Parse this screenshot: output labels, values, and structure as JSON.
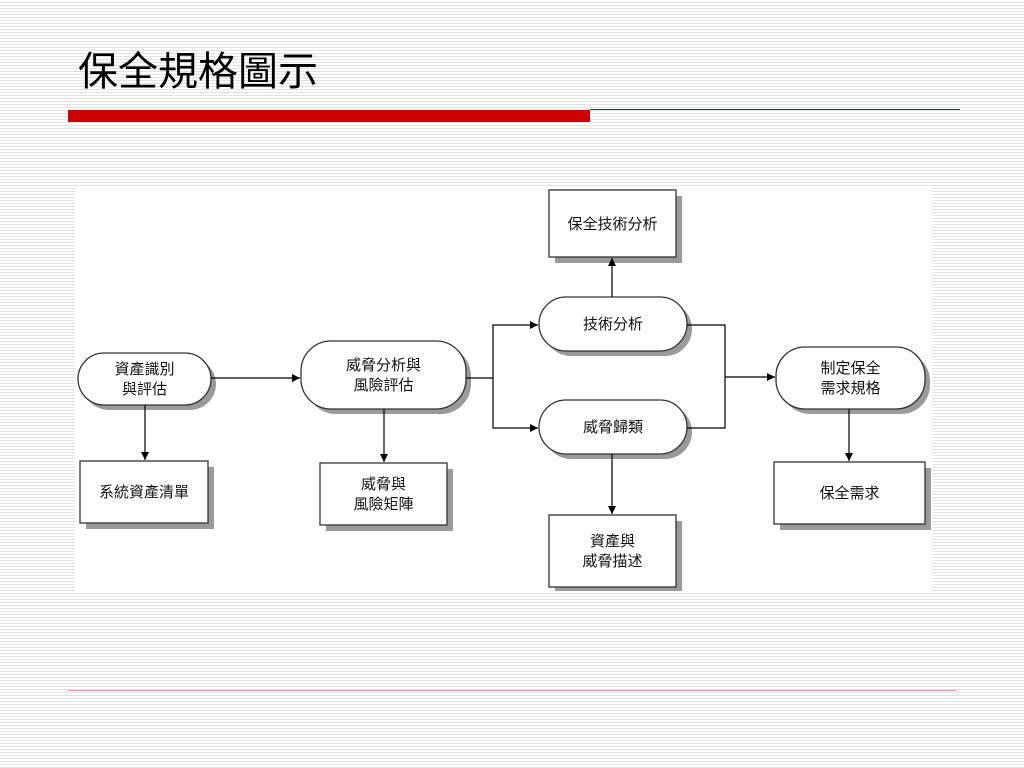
{
  "slide": {
    "title": "保全規格圖示"
  },
  "diagram": {
    "nodes": {
      "asset_identification": "資產識別\n與評估",
      "system_asset_list": "系統資產清單",
      "threat_risk_analysis": "威脅分析與\n風險評估",
      "threat_risk_matrix": "威脅與\n風險矩陣",
      "security_tech_analysis": "保全技術分析",
      "tech_analysis": "技術分析",
      "threat_classification": "威脅歸類",
      "asset_threat_description": "資產與\n威脅描述",
      "define_security_requirements": "制定保全\n需求規格",
      "security_requirements": "保全需求"
    }
  }
}
